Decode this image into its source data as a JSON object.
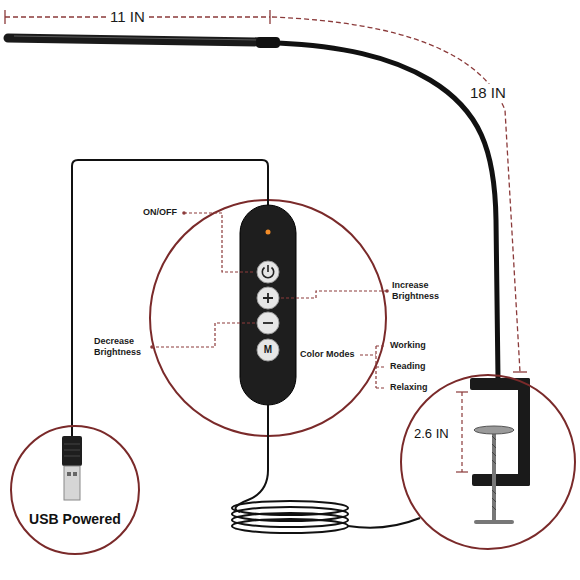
{
  "diagram": {
    "nodes": [
      {
        "text": [
          "USB Powered"
        ]
      },
      {
        "text": [
          "2.6 IN"
        ]
      }
    ],
    "labels": [
      "11 IN",
      "18 IN",
      "ON/OFF",
      "Increase Brightness",
      "Decrease Brightness",
      "M",
      "Color Modes",
      "Working",
      "Reading",
      "Relaxing"
    ]
  }
}
